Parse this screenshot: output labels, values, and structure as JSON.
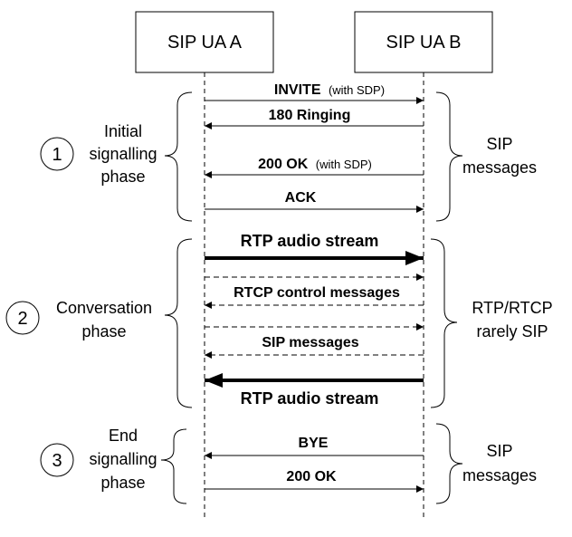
{
  "actors": {
    "a": "SIP UA A",
    "b": "SIP UA B"
  },
  "messages": {
    "invite": "INVITE",
    "invite_note": "(with SDP)",
    "ringing": "180 Ringing",
    "ok": "200 OK",
    "ok_note": "(with SDP)",
    "ack": "ACK",
    "rtp_ab": "RTP audio stream",
    "rtcp": "RTCP control messages",
    "sip_msgs": "SIP messages",
    "rtp_ba": "RTP audio stream",
    "bye": "BYE",
    "ok_end": "200 OK"
  },
  "phases": [
    {
      "number": "1",
      "line1": "Initial",
      "line2": "signalling",
      "line3": "phase"
    },
    {
      "number": "2",
      "line1": "Conversation",
      "line2": "phase"
    },
    {
      "number": "3",
      "line1": "End",
      "line2": "signalling",
      "line3": "phase"
    }
  ],
  "right_labels": [
    {
      "line1": "SIP",
      "line2": "messages"
    },
    {
      "line1": "RTP/RTCP",
      "line2": "rarely SIP"
    },
    {
      "line1": "SIP",
      "line2": "messages"
    }
  ]
}
